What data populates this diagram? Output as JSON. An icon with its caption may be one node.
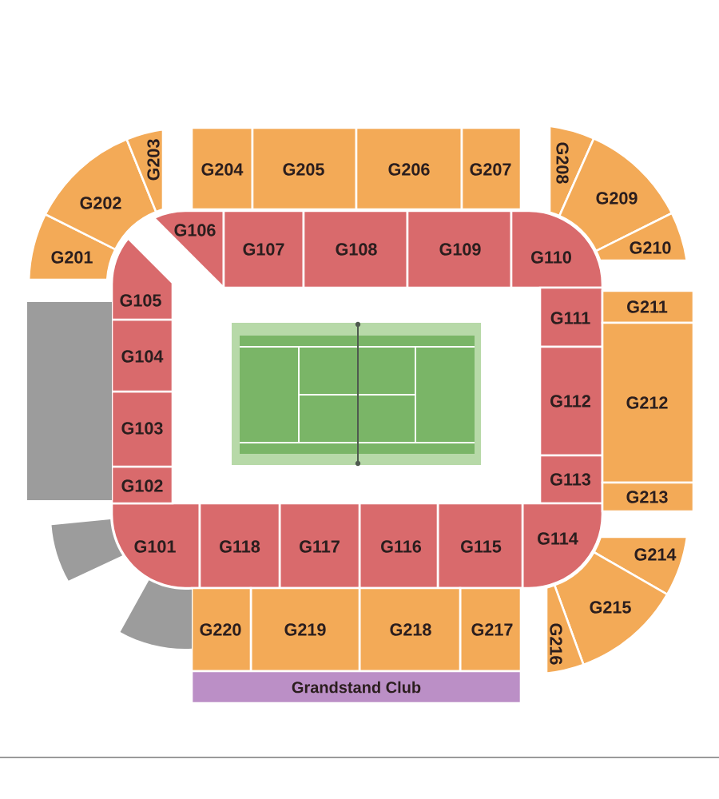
{
  "diagram": {
    "nodes": [
      {
        "text": [
          "G101"
        ]
      },
      {
        "text": [
          "G102"
        ]
      },
      {
        "text": [
          "G103"
        ]
      },
      {
        "text": [
          "G104"
        ]
      },
      {
        "text": [
          "G105"
        ]
      },
      {
        "text": [
          "G106"
        ]
      },
      {
        "text": [
          "G107"
        ]
      },
      {
        "text": [
          "G108"
        ]
      },
      {
        "text": [
          "G109"
        ]
      },
      {
        "text": [
          "G110"
        ]
      },
      {
        "text": [
          "G111"
        ]
      },
      {
        "text": [
          "G112"
        ]
      },
      {
        "text": [
          "G113"
        ]
      },
      {
        "text": [
          "G114"
        ]
      },
      {
        "text": [
          "G115"
        ]
      },
      {
        "text": [
          "G116"
        ]
      },
      {
        "text": [
          "G117"
        ]
      },
      {
        "text": [
          "G118"
        ]
      },
      {
        "text": [
          "G201"
        ]
      },
      {
        "text": [
          "G202"
        ]
      },
      {
        "text": [
          "G203"
        ]
      },
      {
        "text": [
          "G204"
        ]
      },
      {
        "text": [
          "G205"
        ]
      },
      {
        "text": [
          "G206"
        ]
      },
      {
        "text": [
          "G207"
        ]
      },
      {
        "text": [
          "G208"
        ]
      },
      {
        "text": [
          "G209"
        ]
      },
      {
        "text": [
          "G210"
        ]
      },
      {
        "text": [
          "G211"
        ]
      },
      {
        "text": [
          "G212"
        ]
      },
      {
        "text": [
          "G213"
        ]
      },
      {
        "text": [
          "G214"
        ]
      },
      {
        "text": [
          "G215"
        ]
      },
      {
        "text": [
          "G216"
        ]
      },
      {
        "text": [
          "G217"
        ]
      },
      {
        "text": [
          "G218"
        ]
      },
      {
        "text": [
          "G219"
        ]
      },
      {
        "text": [
          "G220"
        ]
      },
      {
        "text": [
          "Grandstand Club"
        ]
      },
      {
        "text": [],
        "shape": "box"
      },
      {
        "text": [],
        "shape": "sector"
      },
      {
        "text": [],
        "shape": "sector"
      }
    ]
  }
}
